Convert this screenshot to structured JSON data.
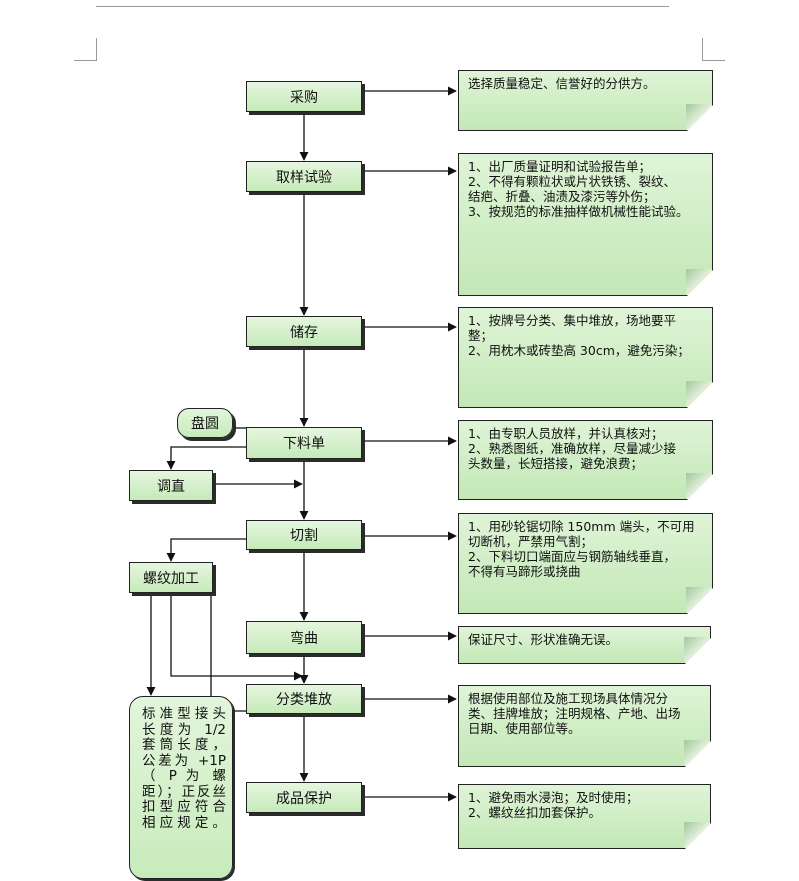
{
  "steps": {
    "purchase": "采购",
    "sampling": "取样试验",
    "storage": "储存",
    "cutting_list": "下料单",
    "cutting": "切割",
    "bending": "弯曲",
    "sorting": "分类堆放",
    "protection": "成品保护"
  },
  "side": {
    "coil": "盘圆",
    "straighten": "调直",
    "threading": "螺纹加工"
  },
  "notes": {
    "purchase": [
      "选择质量稳定、信誉好的分供方。"
    ],
    "sampling": [
      "1、出厂质量证明和试验报告单；",
      "2、不得有颗粒状或片状铁锈、裂纹、",
      "结疤、折叠、油渍及漆污等外伤；",
      "3、按规范的标准抽样做机械性能试验。"
    ],
    "storage": [
      "1、按牌号分类、集中堆放，场地要平",
      "整；",
      "2、用枕木或砖垫高 30cm，避免污染；"
    ],
    "cutting_list": [
      "1、由专职人员放样，并认真核对；",
      "2、熟悉图纸，准确放样，尽量减少接",
      "头数量，长短搭接，避免浪费；"
    ],
    "cutting": [
      "1、用砂轮锯切除 150mm 端头，不可用",
      "切断机，严禁用气割；",
      "2、下料切口端面应与钢筋轴线垂直，",
      "不得有马蹄形或挠曲"
    ],
    "bending": [
      "保证尺寸、形状准确无误。"
    ],
    "sorting": [
      "根据使用部位及施工现场具体情况分",
      "类、挂牌堆放；注明规格、产地、出场",
      "日期、使用部位等。"
    ],
    "protection": [
      "1、避免雨水浸泡；及时使用；",
      "2、螺纹丝扣加套保护。"
    ]
  },
  "thread_standard": [
    "标准型接头",
    "长度为 1/2",
    "套筒长度，",
    "公差为 +1P",
    "（ P 为 螺",
    "距）；正反丝",
    "扣型应符合",
    "相应规定。"
  ]
}
